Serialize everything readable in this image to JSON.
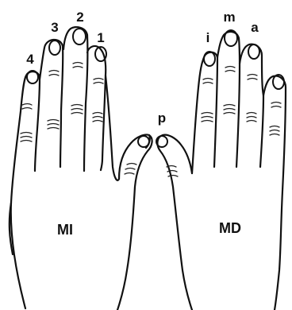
{
  "left_hand": {
    "label": "MI",
    "finger_labels": [
      "4",
      "3",
      "2",
      "1"
    ]
  },
  "right_hand": {
    "label": "MD",
    "finger_labels": [
      "i",
      "m",
      "a"
    ]
  },
  "thumb_label": "p"
}
